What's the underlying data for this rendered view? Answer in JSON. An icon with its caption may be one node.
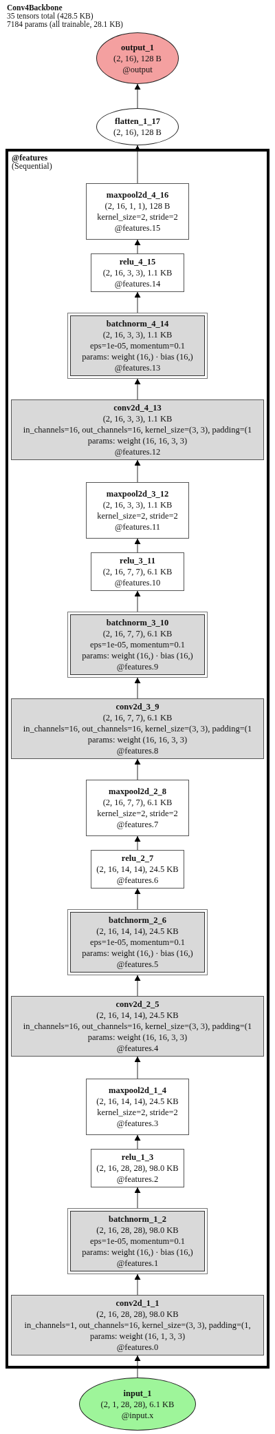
{
  "diagram": {
    "title": "Conv4Backbone",
    "labels": [
      "35 tensors total (428.5 KB)",
      "7184 params (all trainable, 28.1 KB)"
    ],
    "nodes": [
      {
        "text": [
          "output_1",
          "(2, 16), 128 B",
          "@output"
        ]
      },
      {
        "text": [
          "flatten_1_17",
          "(2, 16), 128 B"
        ]
      },
      {
        "text": [
          "@features",
          "(Sequential)"
        ]
      },
      {
        "text": [
          "maxpool2d_4_16",
          "(2, 16, 1, 1), 128 B",
          "kernel_size=2, stride=2",
          "@features.15"
        ],
        "in": 2
      },
      {
        "text": [
          "relu_4_15",
          "(2, 16, 3, 3), 1.1 KB",
          "@features.14"
        ],
        "in": 2
      },
      {
        "text": [
          "batchnorm_4_14",
          "(2, 16, 3, 3), 1.1 KB",
          "eps=1e-05, momentum=0.1",
          "params: weight (16,) · bias (16,)",
          "@features.13"
        ],
        "in": 2
      },
      {
        "text": [
          "conv2d_4_13",
          "(2, 16, 3, 3), 1.1 KB",
          "in_channels=16, out_channels=16, kernel_size=(3, 3), padding=(1",
          "params: weight (16, 16, 3, 3)",
          "@features.12"
        ],
        "in": 2
      },
      {
        "text": [
          "maxpool2d_3_12",
          "(2, 16, 3, 3), 1.1 KB",
          "kernel_size=2, stride=2",
          "@features.11"
        ],
        "in": 2
      },
      {
        "text": [
          "relu_3_11",
          "(2, 16, 7, 7), 6.1 KB",
          "@features.10"
        ],
        "in": 2
      },
      {
        "text": [
          "batchnorm_3_10",
          "(2, 16, 7, 7), 6.1 KB",
          "eps=1e-05, momentum=0.1",
          "params: weight (16,) · bias (16,)",
          "@features.9"
        ],
        "in": 2
      },
      {
        "text": [
          "conv2d_3_9",
          "(2, 16, 7, 7), 6.1 KB",
          "in_channels=16, out_channels=16, kernel_size=(3, 3), padding=(1",
          "params: weight (16, 16, 3, 3)",
          "@features.8"
        ],
        "in": 2
      },
      {
        "text": [
          "maxpool2d_2_8",
          "(2, 16, 7, 7), 6.1 KB",
          "kernel_size=2, stride=2",
          "@features.7"
        ],
        "in": 2
      },
      {
        "text": [
          "relu_2_7",
          "(2, 16, 14, 14), 24.5 KB",
          "@features.6"
        ],
        "in": 2
      },
      {
        "text": [
          "batchnorm_2_6",
          "(2, 16, 14, 14), 24.5 KB",
          "eps=1e-05, momentum=0.1",
          "params: weight (16,) · bias (16,)",
          "@features.5"
        ],
        "in": 2
      },
      {
        "text": [
          "conv2d_2_5",
          "(2, 16, 14, 14), 24.5 KB",
          "in_channels=16, out_channels=16, kernel_size=(3, 3), padding=(1",
          "params: weight (16, 16, 3, 3)",
          "@features.4"
        ],
        "in": 2
      },
      {
        "text": [
          "maxpool2d_1_4",
          "(2, 16, 14, 14), 24.5 KB",
          "kernel_size=2, stride=2",
          "@features.3"
        ],
        "in": 2
      },
      {
        "text": [
          "relu_1_3",
          "(2, 16, 28, 28), 98.0 KB",
          "@features.2"
        ],
        "in": 2
      },
      {
        "text": [
          "batchnorm_1_2",
          "(2, 16, 28, 28), 98.0 KB",
          "eps=1e-05, momentum=0.1",
          "params: weight (16,) · bias (16,)",
          "@features.1"
        ],
        "in": 2
      },
      {
        "text": [
          "conv2d_1_1",
          "(2, 16, 28, 28), 98.0 KB",
          "in_channels=1, out_channels=16, kernel_size=(3, 3), padding=(1,",
          "params: weight (16, 1, 3, 3)",
          "@features.0"
        ],
        "in": 2
      },
      {
        "text": [
          "input_1",
          "(2, 1, 28, 28), 6.1 KB",
          "@input.x"
        ]
      }
    ],
    "edges": [
      {
        "from": 19,
        "to": 18,
        "arrow": "to"
      },
      {
        "from": 18,
        "to": 17,
        "arrow": "to"
      },
      {
        "from": 17,
        "to": 16,
        "arrow": "to"
      },
      {
        "from": 16,
        "to": 15,
        "arrow": "to"
      },
      {
        "from": 15,
        "to": 14,
        "arrow": "to"
      },
      {
        "from": 14,
        "to": 13,
        "arrow": "to"
      },
      {
        "from": 13,
        "to": 12,
        "arrow": "to"
      },
      {
        "from": 12,
        "to": 11,
        "arrow": "to"
      },
      {
        "from": 11,
        "to": 10,
        "arrow": "to"
      },
      {
        "from": 10,
        "to": 9,
        "arrow": "to"
      },
      {
        "from": 9,
        "to": 8,
        "arrow": "to"
      },
      {
        "from": 8,
        "to": 7,
        "arrow": "to"
      },
      {
        "from": 7,
        "to": 6,
        "arrow": "to"
      },
      {
        "from": 6,
        "to": 5,
        "arrow": "to"
      },
      {
        "from": 5,
        "to": 4,
        "arrow": "to"
      },
      {
        "from": 4,
        "to": 3,
        "arrow": "to"
      },
      {
        "from": 3,
        "to": 1,
        "arrow": "to"
      },
      {
        "from": 1,
        "to": 0,
        "arrow": "to"
      }
    ]
  }
}
